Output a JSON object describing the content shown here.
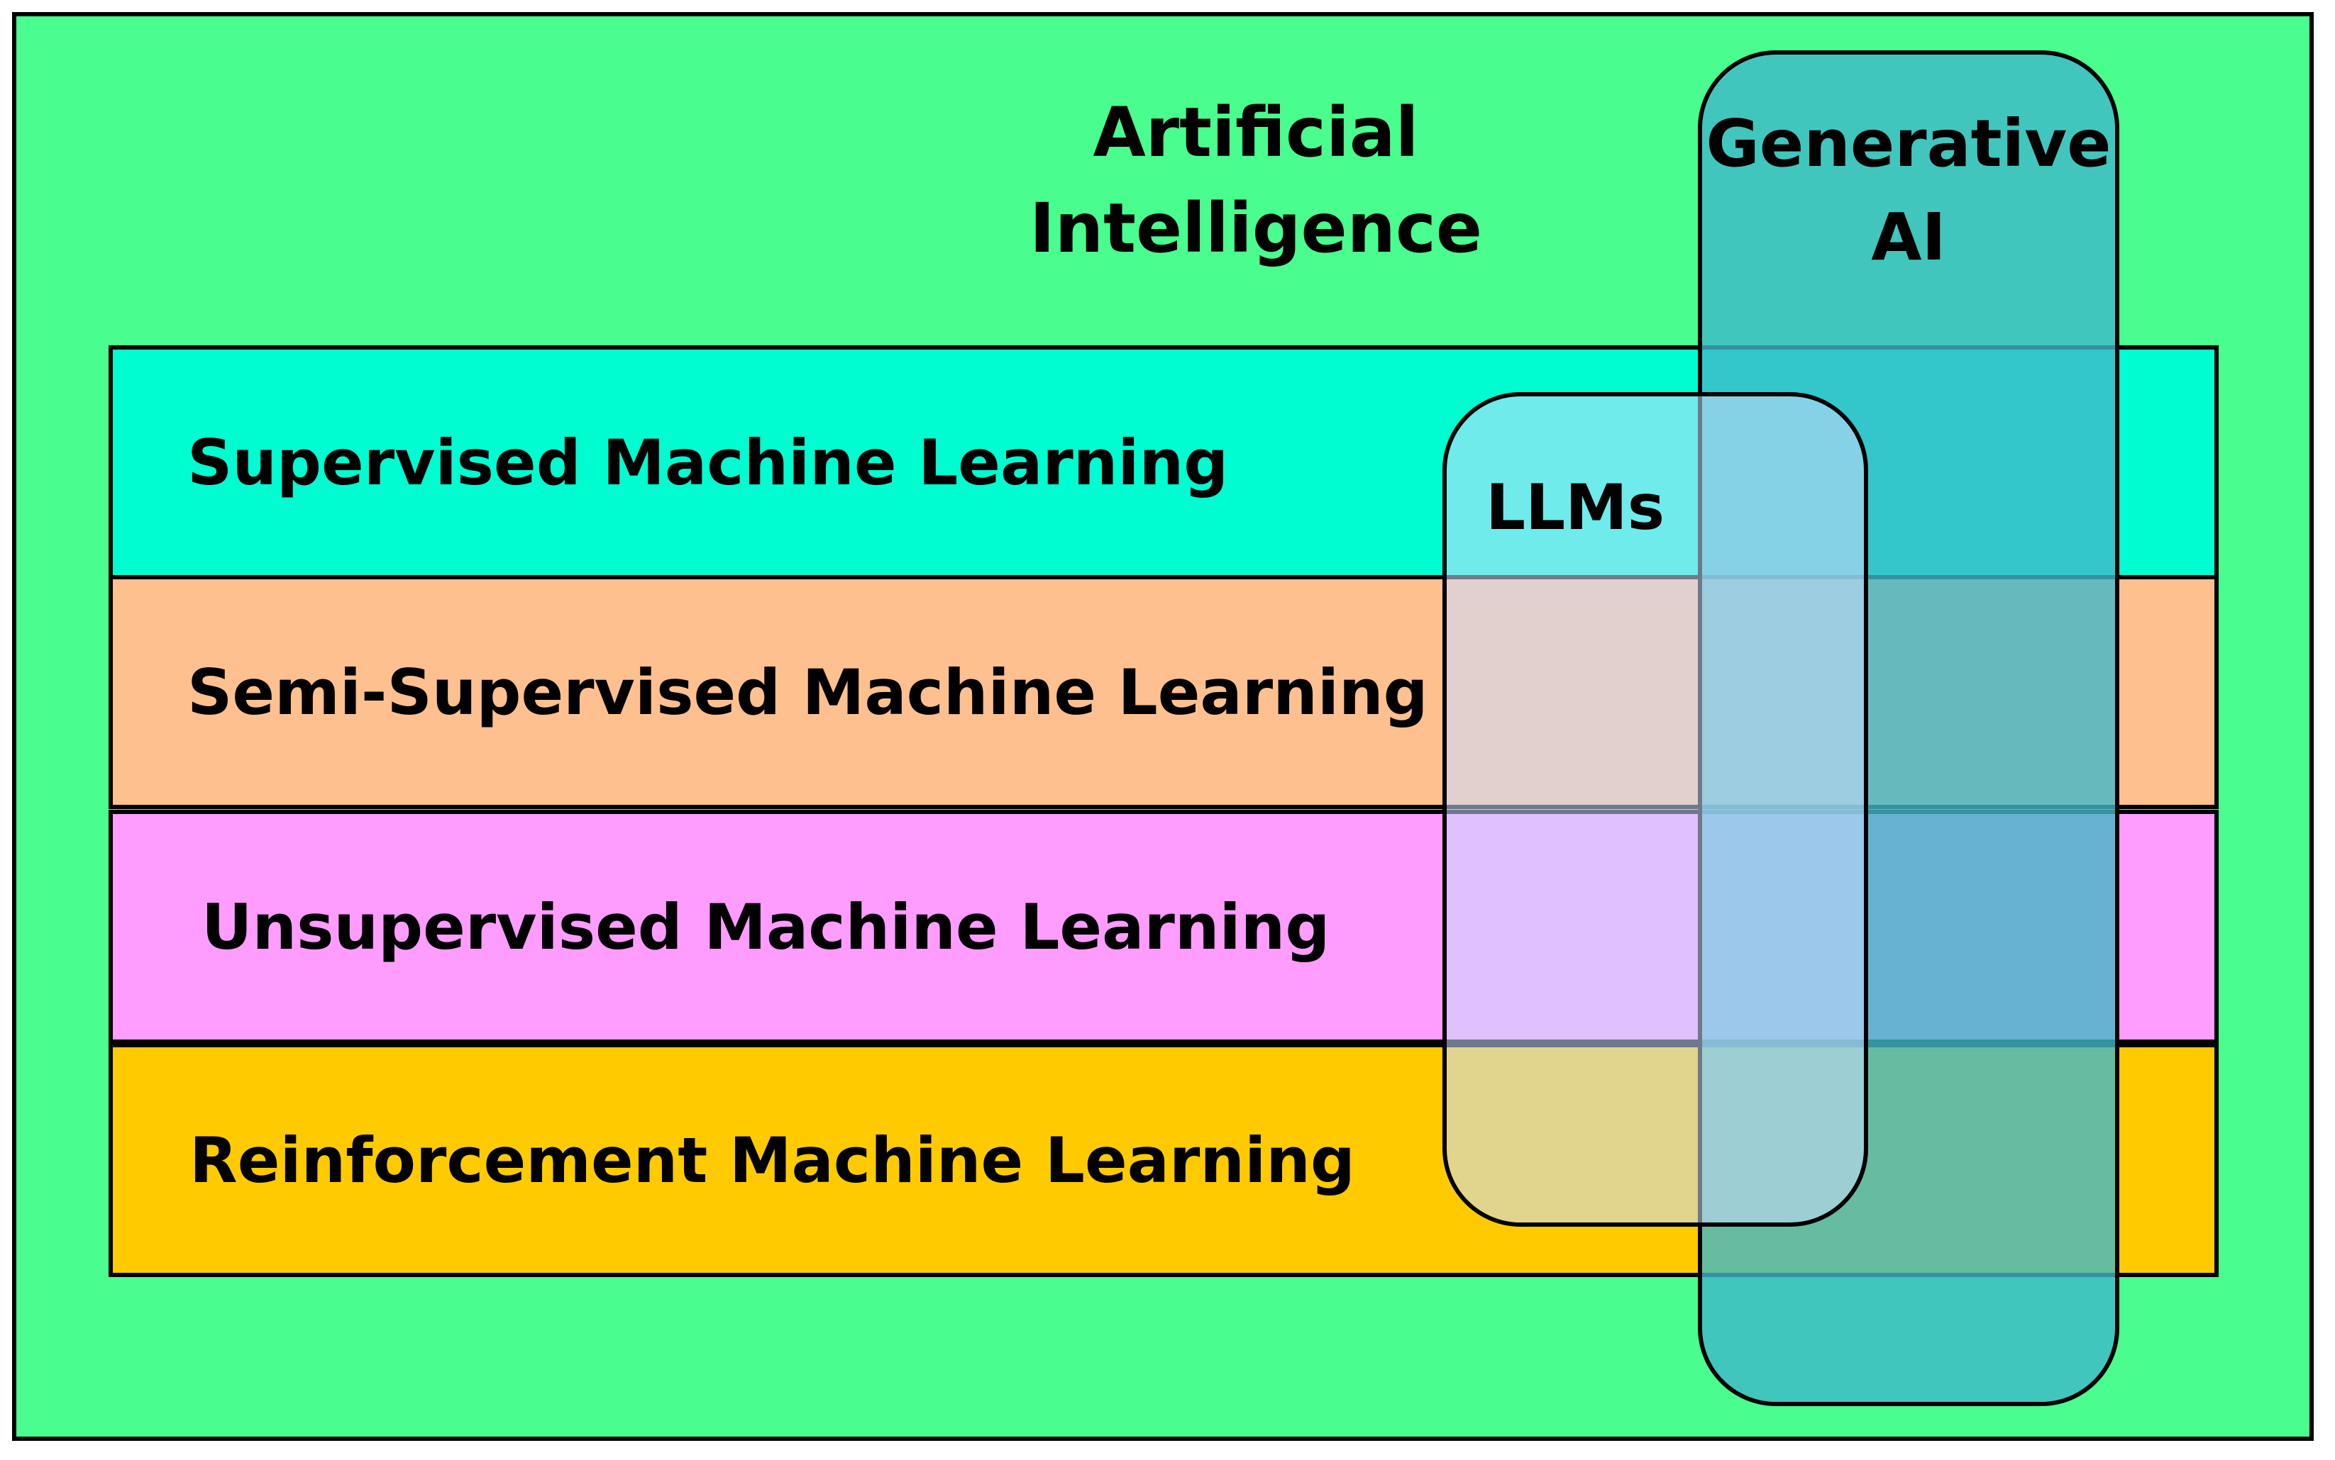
{
  "diagram": {
    "outer": {
      "label": "Artificial\nIntelligence",
      "color": "#49fd8f"
    },
    "bands": [
      {
        "label": "Supervised Machine Learning",
        "color": "#00fcd1"
      },
      {
        "label": "Semi-Supervised Machine Learning",
        "color": "#ffc090"
      },
      {
        "label": "Unsupervised Machine Learning",
        "color": "#ff9dff"
      },
      {
        "label": "Reinforcement Machine Learning",
        "color": "#ffcb00"
      }
    ],
    "generative_ai": {
      "label": "Generative\nAI",
      "color": "#40b8c8"
    },
    "llms": {
      "label": "LLMs",
      "color": "#c8dcff"
    }
  }
}
